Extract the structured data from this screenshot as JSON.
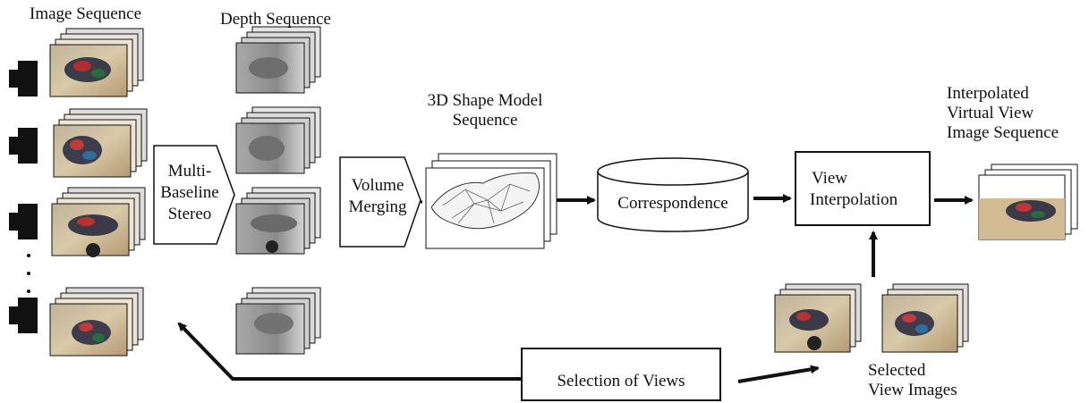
{
  "labels": {
    "image_sequence": "Image Sequence",
    "depth_sequence": "Depth Sequence",
    "shape_model_line1": "3D Shape Model",
    "shape_model_line2": "Sequence",
    "interp_line1": "Interpolated",
    "interp_line2": "Virtual View",
    "interp_line3": "Image Sequence",
    "selected_line1": "Selected",
    "selected_line2": "View Images"
  },
  "process": {
    "stereo_line1": "Multi-",
    "stereo_line2": "Baseline",
    "stereo_line3": "Stereo",
    "merge_line1": "Volume",
    "merge_line2": "Merging",
    "correspondence": "Correspondence",
    "view_interp_line1": "View",
    "view_interp_line2": "Interpolation",
    "selection": "Selection of Views"
  },
  "colors": {
    "ink": "#111111",
    "floor": "#c8b08a",
    "depth_dark": "#6e6e6e",
    "depth_light": "#c8c8c8"
  }
}
